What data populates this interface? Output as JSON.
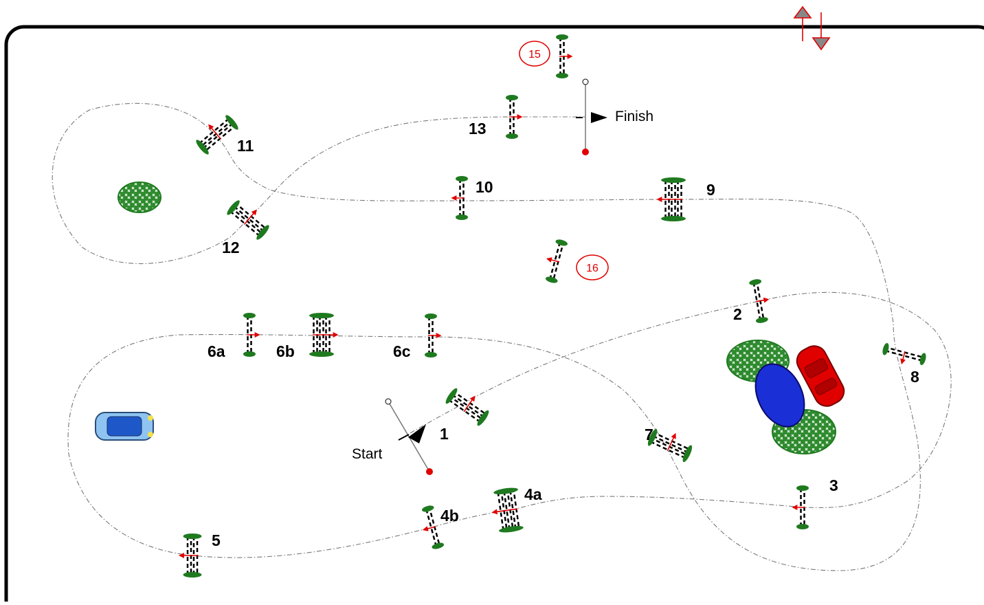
{
  "course": {
    "start_label": "Start",
    "finish_label": "Finish",
    "option_labels": [
      "15",
      "16"
    ],
    "obstacle_numbers": [
      "1",
      "2",
      "3",
      "4a",
      "4b",
      "5",
      "6a",
      "6b",
      "6c",
      "7",
      "8",
      "9",
      "10",
      "11",
      "12",
      "13"
    ],
    "legend_icon": "scroll-arrows-icon",
    "colors": {
      "border": "#000000",
      "path": "#777777",
      "direction_arrow": "#e00000",
      "pole_stripe": "#000000",
      "standard_foliage": "#1f7a1f",
      "start_end_marker": "#e00000",
      "option_circle": "#e00000",
      "bush": "#2e8b2e",
      "blue_car": "#5aa0e6",
      "red_car": "#e00000",
      "blue_object": "#1a2fd6"
    }
  }
}
